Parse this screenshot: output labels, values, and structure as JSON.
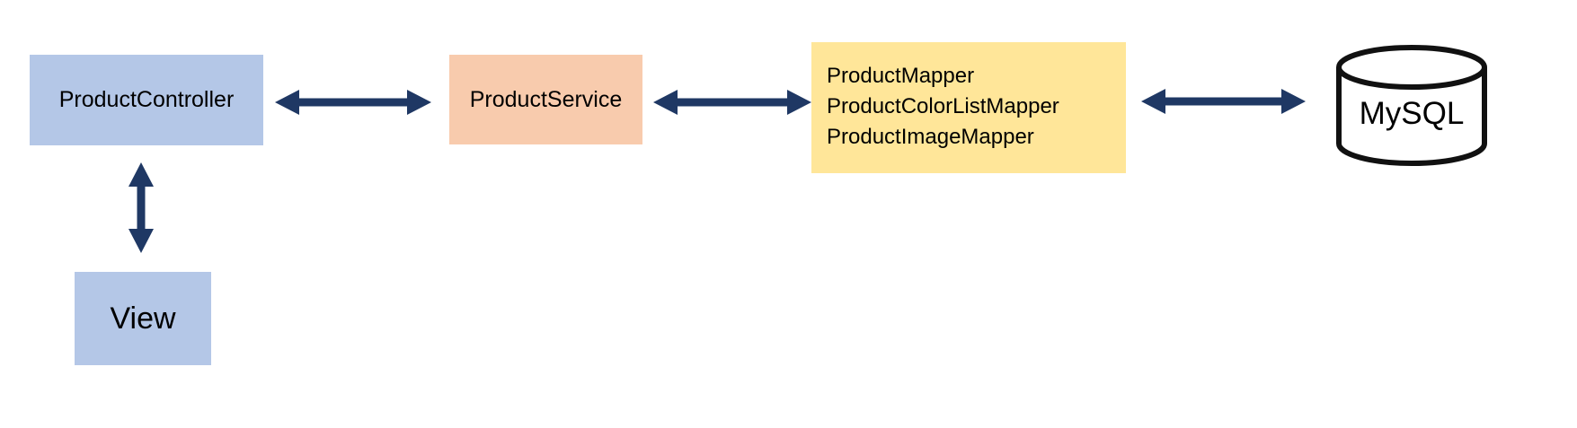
{
  "diagram": {
    "nodes": {
      "controller": {
        "label": "ProductController"
      },
      "service": {
        "label": "ProductService"
      },
      "mappers": {
        "lines": [
          "ProductMapper",
          "ProductColorListMapper",
          "ProductImageMapper"
        ]
      },
      "database": {
        "label": "MySQL"
      },
      "view": {
        "label": "View"
      }
    },
    "connections": [
      {
        "from": "controller",
        "to": "service",
        "type": "bidirectional-arrow"
      },
      {
        "from": "service",
        "to": "mappers",
        "type": "bidirectional-arrow"
      },
      {
        "from": "mappers",
        "to": "database",
        "type": "bidirectional-arrow"
      },
      {
        "from": "controller",
        "to": "view",
        "type": "bidirectional-arrow"
      }
    ],
    "colors": {
      "controller_fill": "#b4c7e7",
      "service_fill": "#f8cbad",
      "mappers_fill": "#ffe699",
      "view_fill": "#b4c7e7",
      "database_fill": "#ffffff",
      "database_stroke": "#111111",
      "arrow": "#1f3864",
      "text": "#000000",
      "background": "#ffffff"
    }
  }
}
